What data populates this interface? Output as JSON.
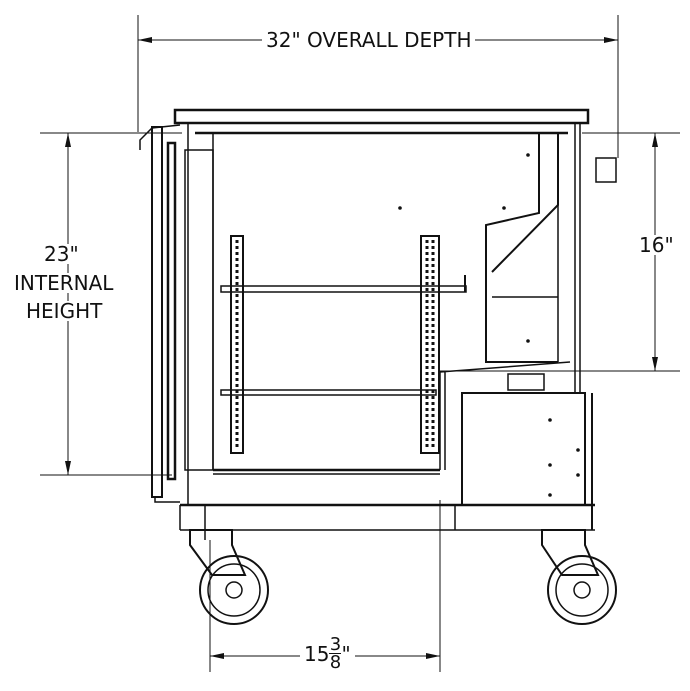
{
  "dimensions": {
    "overall_depth": "32\" OVERALL DEPTH",
    "internal_height_value": "23\"",
    "internal_height_line1": "INTERNAL",
    "internal_height_line2": "HEIGHT",
    "right_height": "16\"",
    "caster_offset_whole": "15",
    "caster_offset_num": "3",
    "caster_offset_den": "8",
    "caster_offset_unit": "\""
  },
  "colors": {
    "line": "#111111",
    "background": "#ffffff"
  }
}
